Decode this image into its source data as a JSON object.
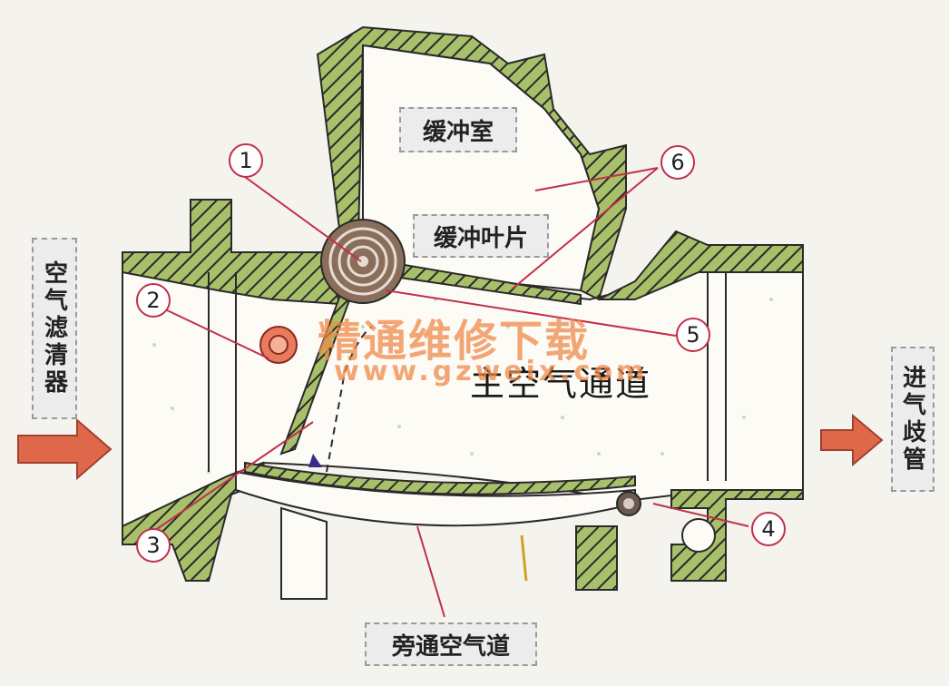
{
  "labels": {
    "buffer_chamber": "缓冲室",
    "buffer_vane": "缓冲叶片",
    "air_filter": "空气滤清器",
    "intake_manifold": "进气歧管",
    "main_air_passage": "主空气通道",
    "bypass_air_passage": "旁通空气道"
  },
  "callouts": [
    "1",
    "2",
    "3",
    "4",
    "5",
    "6"
  ],
  "watermark": {
    "line1": "精通维修下载",
    "line2": "www.gzweix.com"
  },
  "colors": {
    "housing_fill": "#a8c06a",
    "hatch_line": "#2a2a2a",
    "leader_line": "#c0304a",
    "arrow_fill": "#e0684a",
    "passage_fill": "#fdfbf6"
  }
}
